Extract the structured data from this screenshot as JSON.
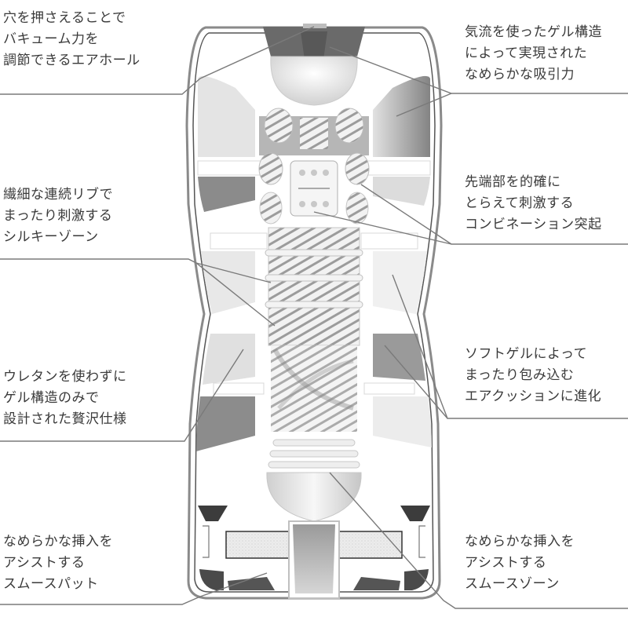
{
  "diagram": {
    "subject": "product-cross-section",
    "colors": {
      "text": "#3a3a3a",
      "leader_line": "#7a7a7a",
      "shell_outline": "#555555",
      "dark_gel": "#6e6e6e",
      "mid_gel": "#a8a8a8",
      "light_gel": "#e6e6e6",
      "background": "#ffffff"
    },
    "annotations": [
      {
        "id": "air-hole",
        "side": "left",
        "lines": [
          "穴を押さえることで",
          "バキューム力を",
          "調節できるエアホール"
        ]
      },
      {
        "id": "suction",
        "side": "right",
        "lines": [
          "気流を使ったゲル構造",
          "によって実現された",
          "なめらかな吸引力"
        ]
      },
      {
        "id": "silky-zone",
        "side": "left",
        "lines": [
          "繊細な連続リブで",
          "まったり刺激する",
          "シルキーゾーン"
        ]
      },
      {
        "id": "combination-bumps",
        "side": "right",
        "lines": [
          "先端部を的確に",
          "とらえて刺激する",
          "コンビネーション突起"
        ]
      },
      {
        "id": "gel-only",
        "side": "left",
        "lines": [
          "ウレタンを使わずに",
          "ゲル構造のみで",
          "設計された贅沢仕様"
        ]
      },
      {
        "id": "air-cushion",
        "side": "right",
        "lines": [
          "ソフトゲルによって",
          "まったり包み込む",
          "エアクッションに進化"
        ]
      },
      {
        "id": "smooth-pad",
        "side": "left",
        "lines": [
          "なめらかな挿入を",
          "アシストする",
          "スムースパット"
        ]
      },
      {
        "id": "smooth-zone",
        "side": "right",
        "lines": [
          "なめらかな挿入を",
          "アシストする",
          "スムースゾーン"
        ]
      }
    ]
  }
}
